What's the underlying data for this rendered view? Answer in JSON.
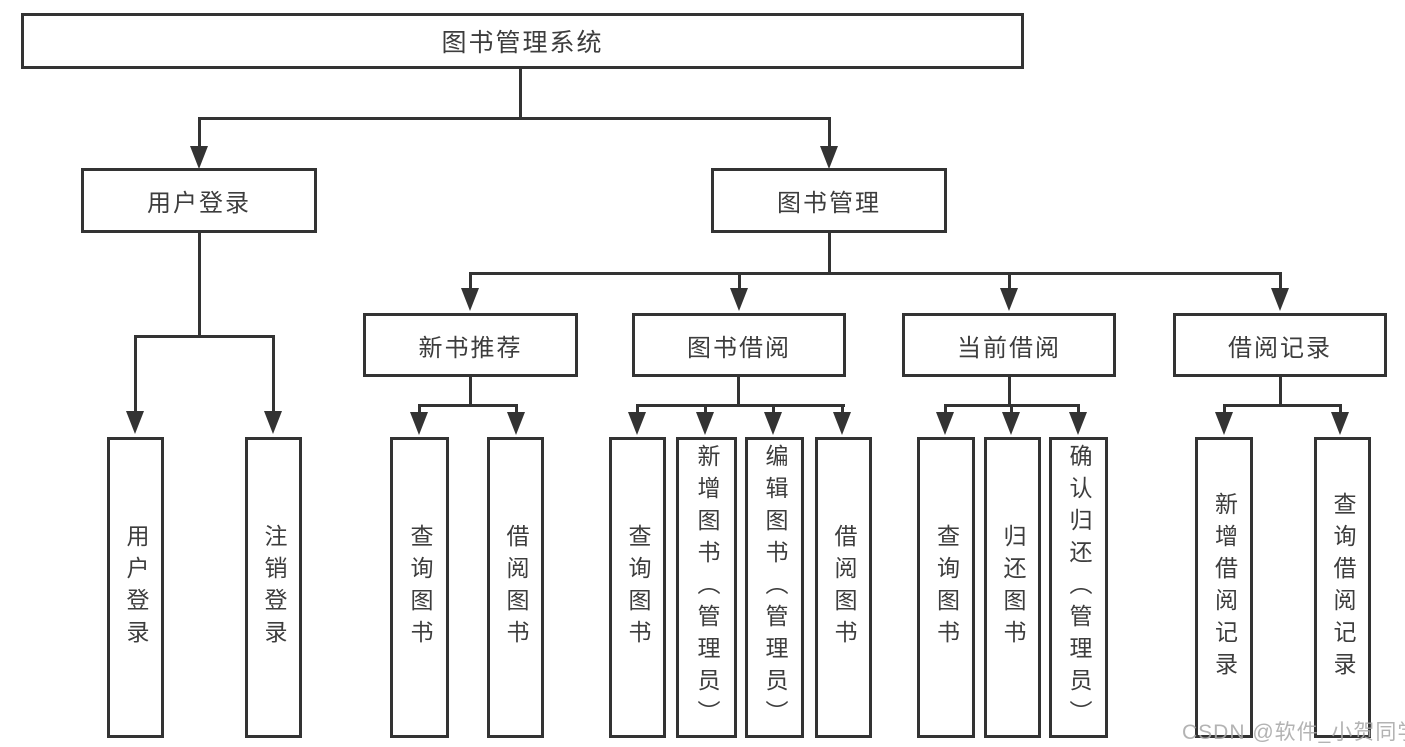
{
  "diagram": {
    "root": {
      "label": "图书管理系统"
    },
    "user": {
      "label": "用户登录",
      "leaves": [
        "用户登录",
        "注销登录"
      ]
    },
    "book": {
      "label": "图书管理",
      "recommend": {
        "label": "新书推荐",
        "leaves": [
          "查询图书",
          "借阅图书"
        ]
      },
      "borrow": {
        "label": "图书借阅",
        "leaves": [
          "查询图书",
          "新增图书（管理员）",
          "编辑图书（管理员）",
          "借阅图书"
        ]
      },
      "current": {
        "label": "当前借阅",
        "leaves": [
          "查询图书",
          "归还图书",
          "确认归还（管理员）"
        ]
      },
      "records": {
        "label": "借阅记录",
        "leaves": [
          "新增借阅记录",
          "查询借阅记录"
        ]
      }
    },
    "watermark": "CSDN @软件_小贺同学",
    "colors": {
      "line": "#333333",
      "text": "#3d3d3d",
      "watermark": "#a8a8a8",
      "background": "#ffffff"
    }
  }
}
